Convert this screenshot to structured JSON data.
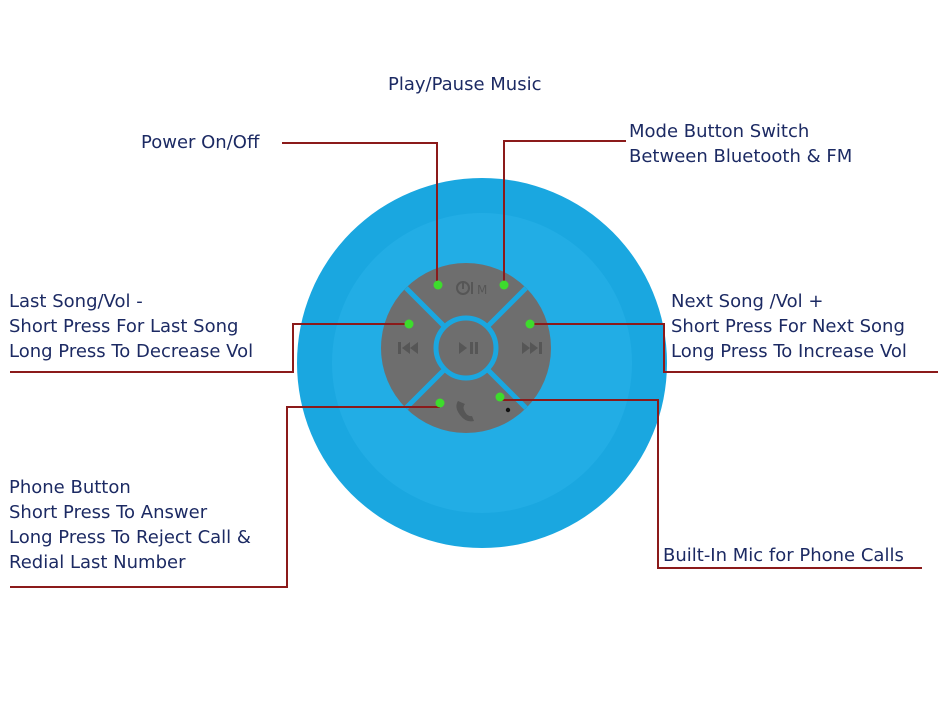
{
  "labels": {
    "play_pause": "Play/Pause Music",
    "power": "Power On/Off",
    "mode": [
      "Mode Button Switch",
      "Between Bluetooth & FM"
    ],
    "last_song": [
      "Last Song/Vol -",
      "Short Press For Last Song",
      "Long Press To Decrease Vol"
    ],
    "next_song": [
      "Next Song /Vol +",
      "Short Press For Next Song",
      "Long Press To Increase Vol"
    ],
    "phone": [
      "Phone Button",
      "Short Press To Answer",
      "Long Press To Reject Call &",
      "Redial Last Number"
    ],
    "mic": "Built-In Mic for Phone Calls"
  },
  "colors": {
    "text": "#1c2a63",
    "leader_line": "#8b1a1a",
    "speaker_body": "#1aa7e0",
    "button_panel": "#6e6e6e",
    "button_glyph": "#565656",
    "indicator_dot": "#3ddc2c"
  },
  "icons": {
    "power_mode": "power-mode-icon",
    "prev": "previous-track-icon",
    "play_pause": "play-pause-icon",
    "next": "next-track-icon",
    "phone": "phone-icon",
    "mic": "microphone-hole-icon"
  }
}
